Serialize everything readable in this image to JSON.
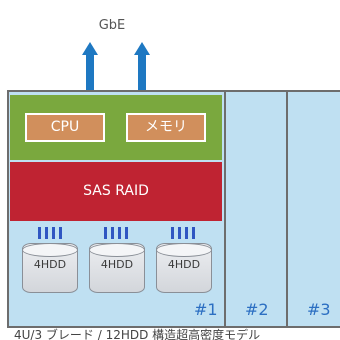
{
  "network": {
    "label": "GbE"
  },
  "blade1": {
    "cpu_label": "CPU",
    "memory_label": "メモリ",
    "raid_label": "SAS RAID",
    "disks": [
      "4HDD",
      "4HDD",
      "4HDD"
    ],
    "number": "#1"
  },
  "blade2": {
    "number": "#2"
  },
  "blade3": {
    "number": "#3"
  },
  "caption": "4U/3 ブレード / 12HDD 構造超高密度モデル",
  "colors": {
    "arrow": "#1e78c2",
    "blade_bg": "#bfe0f2",
    "green_block": "#7aa83e",
    "chip": "#d18f5c",
    "raid": "#bf2332",
    "number_text": "#2c6fc2"
  }
}
